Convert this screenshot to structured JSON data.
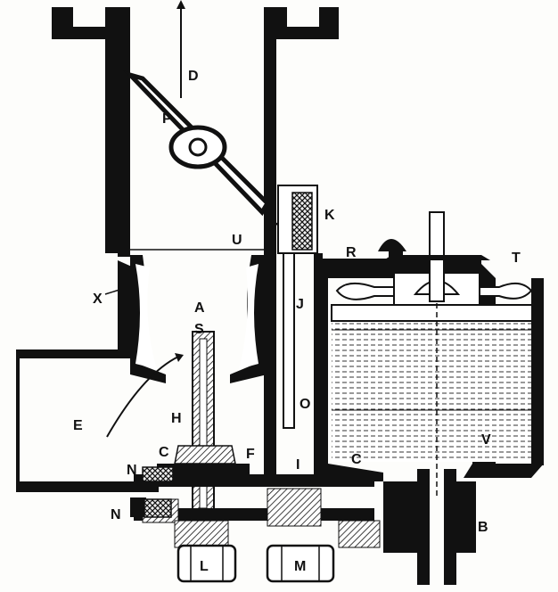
{
  "diagram": {
    "labels": {
      "A": "A",
      "S": "S",
      "D": "D",
      "P": "P",
      "K": "K",
      "U": "U",
      "R": "R",
      "T": "T",
      "X": "X",
      "J": "J",
      "E": "E",
      "H": "H",
      "O": "O",
      "V": "V",
      "C1": "C",
      "C2": "C",
      "N1": "N",
      "N2": "N",
      "F": "F",
      "I": "I",
      "B": "B",
      "L": "L",
      "M": "M"
    }
  }
}
